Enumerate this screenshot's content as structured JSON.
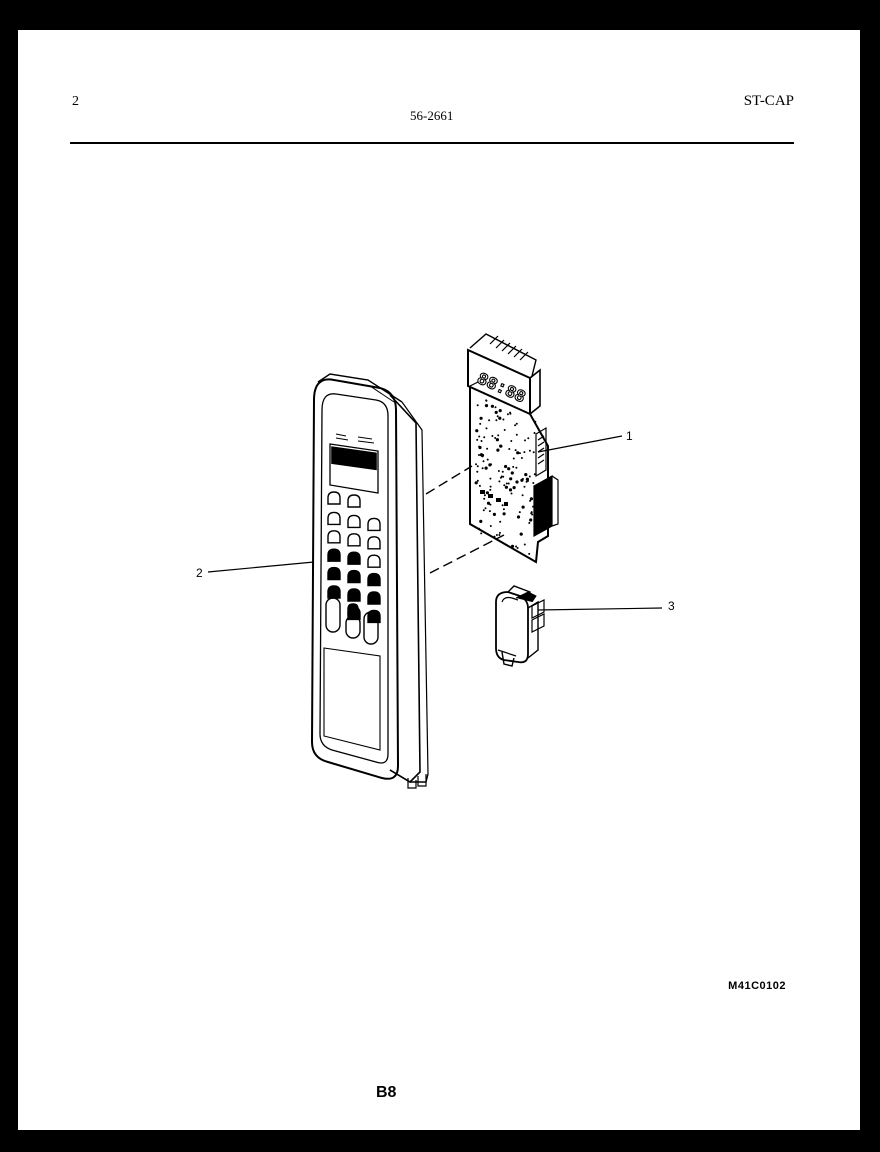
{
  "header": {
    "page_number": "2",
    "document_number": "56-2661",
    "series_code": "ST-CAP"
  },
  "callouts": {
    "part_1": "1",
    "part_2": "2",
    "part_3": "3"
  },
  "display_readout": "88:88",
  "footer": {
    "model_code": "M41C0102",
    "page_code": "B8"
  }
}
